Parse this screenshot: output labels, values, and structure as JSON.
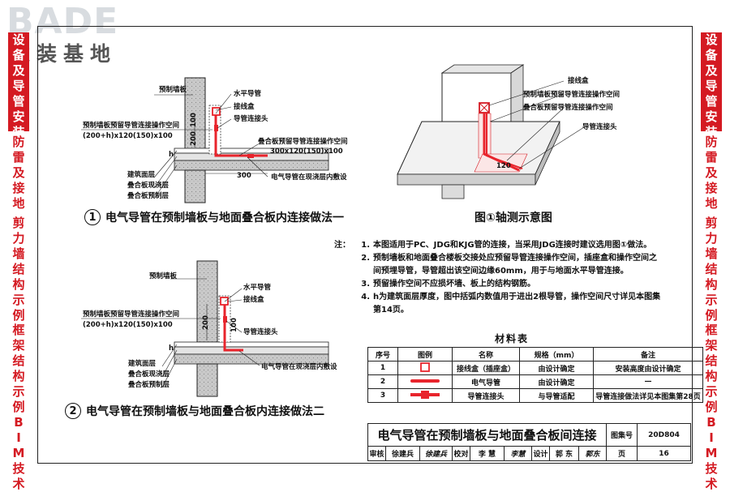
{
  "logo": {
    "brand": "BADE",
    "subtitle": "建装基地"
  },
  "sidebar_left": [
    {
      "label": "设备及导管安装",
      "active": true
    },
    {
      "label": "防雷及接地",
      "active": false
    },
    {
      "label": "剪力墙结构示例",
      "active": false
    },
    {
      "label": "框架结构示例",
      "active": false
    },
    {
      "label": "BIM技术",
      "active": false
    }
  ],
  "sidebar_right": [
    {
      "label": "设备及导管安装",
      "active": true
    },
    {
      "label": "防雷及接地",
      "active": false
    },
    {
      "label": "剪力墙结构示例",
      "active": false
    },
    {
      "label": "框架结构示例",
      "active": false
    },
    {
      "label": "BIM技术",
      "active": false
    }
  ],
  "figure1": {
    "num": "1",
    "caption": "电气导管在预制墙板与地面叠合板内连接做法一",
    "labels": {
      "prefab_wall": "预制墙板",
      "horizontal_conduit": "水平导管",
      "junction_box": "接线盒",
      "conduit_connector": "导管连接头",
      "wall_space": "预制墙板预留导管连接操作空间",
      "wall_space_dim": "(200+h)x120(150)x100",
      "slab_space": "叠合板预留导管连接操作空间",
      "slab_space_dim": "300x120(150)x100",
      "surface": "建筑面层",
      "cast_layer": "叠合板现浇层",
      "precast_layer": "叠合板预制层",
      "conduit_in_cast": "电气导管在现浇层内敷设",
      "dim_100": "100",
      "dim_200": "200",
      "dim_h": "h",
      "dim_300": "300"
    }
  },
  "figure_axo": {
    "caption": "图①轴测示意图",
    "labels": {
      "junction_box": "接线盒",
      "wall_space": "预制墙板预留导管连接操作空间",
      "slab_space": "叠合板预留导管连接操作空间",
      "conduit_connector": "导管连接头",
      "dim_120": "120"
    }
  },
  "figure2": {
    "num": "2",
    "caption": "电气导管在预制墙板与地面叠合板内连接做法二",
    "labels": {
      "prefab_wall": "预制墙板",
      "horizontal_conduit": "水平导管",
      "junction_box": "接线盒",
      "wall_space": "预制墙板预留导管连接操作空间",
      "wall_space_dim": "(200+h)x120(150)x100",
      "conduit_connector": "导管连接头",
      "surface": "建筑面层",
      "cast_layer": "叠合板现浇层",
      "precast_layer": "叠合板预制层",
      "conduit_in_cast": "电气导管在现浇层内敷设",
      "dim_200": "200",
      "dim_100": "100",
      "dim_h": "h"
    }
  },
  "notes": {
    "prefix": "注：",
    "items": [
      {
        "num": "1.",
        "text": "本图适用于PC、JDG和KJG管的连接，当采用JDG连接时建议选用图①做法。"
      },
      {
        "num": "2.",
        "text": "预制墙板和地面叠合楼板交接处应预留导管连接操作空间，插座盒和操作空间之"
      },
      {
        "num": "",
        "text": "间预埋导管，导管超出该空间边缘60mm，用于与地面水平导管连接。"
      },
      {
        "num": "3.",
        "text": "预留操作空间不应损坏墙、板上的结构钢筋。"
      },
      {
        "num": "4.",
        "text": "h为建筑面层厚度，图中括弧内数值用于进出2根导管，操作空间尺寸详见本图集"
      },
      {
        "num": "",
        "text": "第14页。"
      }
    ]
  },
  "materials": {
    "title": "材料表",
    "headers": [
      "序号",
      "图例",
      "名称",
      "规格（mm）",
      "备注"
    ],
    "rows": [
      {
        "no": "1",
        "icon": "box",
        "name": "接线盒（插座盒）",
        "spec": "由设计确定",
        "remark": "安装高度由设计确定"
      },
      {
        "no": "2",
        "icon": "conduit",
        "name": "电气导管",
        "spec": "由设计确定",
        "remark": "—"
      },
      {
        "no": "3",
        "icon": "connector",
        "name": "导管连接头",
        "spec": "与导管适配",
        "remark": "导管连接做法详见本图集第28页"
      }
    ]
  },
  "title_block": {
    "title": "电气导管在预制墙板与地面叠合板间连接",
    "atlas_label": "图集号",
    "atlas_no": "20D804",
    "review_label": "审核",
    "reviewer": "徐建兵",
    "review_sign": "徐建兵",
    "check_label": "校对",
    "checker": "李 慧",
    "check_sign": "李慧",
    "design_label": "设计",
    "designer": "郭 东",
    "design_sign": "郭东",
    "page_label": "页",
    "page_no": "16"
  },
  "colors": {
    "accent": "#d41a22",
    "conduit": "#e8242c",
    "concrete": "#c8c8c8",
    "ink": "#111111"
  }
}
